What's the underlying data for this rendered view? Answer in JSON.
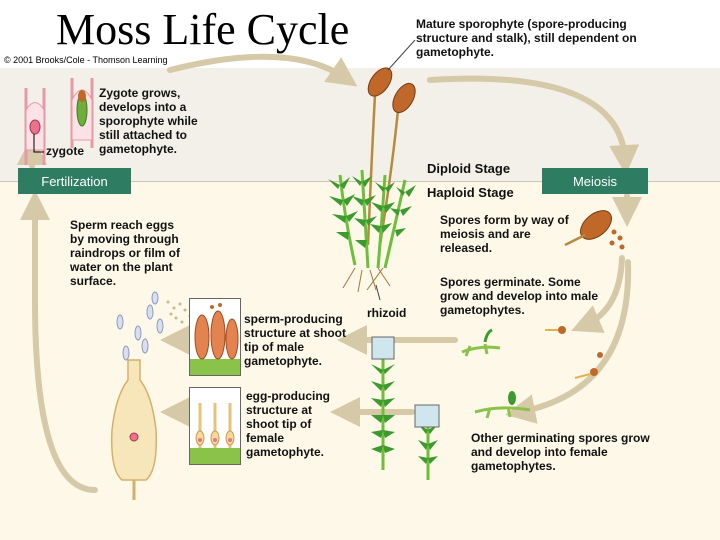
{
  "title": "Moss Life Cycle",
  "copyright": "© 2001 Brooks/Cole - Thomson Learning",
  "stages": {
    "diploid": "Diploid Stage",
    "haploid": "Haploid Stage"
  },
  "boxes": {
    "fertilization": "Fertilization",
    "meiosis": "Meiosis"
  },
  "labels": {
    "mature_sporophyte": "Mature sporophyte (spore-producing structure and stalk), still dependent on gametophyte.",
    "zygote_grows": "Zygote grows, develops into a sporophyte while still attached to gametophyte.",
    "zygote": "zygote",
    "spores_form": "Spores form by way of meiosis and are released.",
    "spores_germinate": "Spores germinate. Some grow and develop into male gametophytes.",
    "sperm_reach": "Sperm reach eggs by moving through raindrops or film of water on the plant surface.",
    "rhizoid": "rhizoid",
    "sperm_producing": "sperm-producing structure at shoot tip of male gametophyte.",
    "egg_producing": "egg-producing structure at shoot tip of female gametophyte.",
    "other_spores": "Other germinating spores grow and develop into female gametophytes."
  },
  "colors": {
    "cycle_arrow": "#d6c9a8",
    "stage_box": "#2e7d62",
    "sporangium": "#c0682a",
    "leaf_green": "#3d9a2e",
    "stem_green": "#6cbf3a"
  }
}
